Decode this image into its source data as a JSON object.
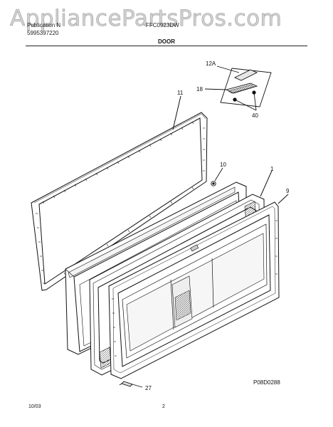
{
  "watermark": "AppliancePartsPros.com",
  "header": {
    "publication_label": "Publication N",
    "publication_number": "5995397220",
    "model": "FFC0923DW"
  },
  "title": "DOOR",
  "callouts": {
    "c12a": "12A",
    "c18": "18",
    "c40": "40",
    "c11": "11",
    "c10": "10",
    "c1": "1",
    "c9": "9",
    "c27": "27"
  },
  "diagram_code": "P08D0288",
  "footer": {
    "date": "10/03",
    "page": "2"
  }
}
